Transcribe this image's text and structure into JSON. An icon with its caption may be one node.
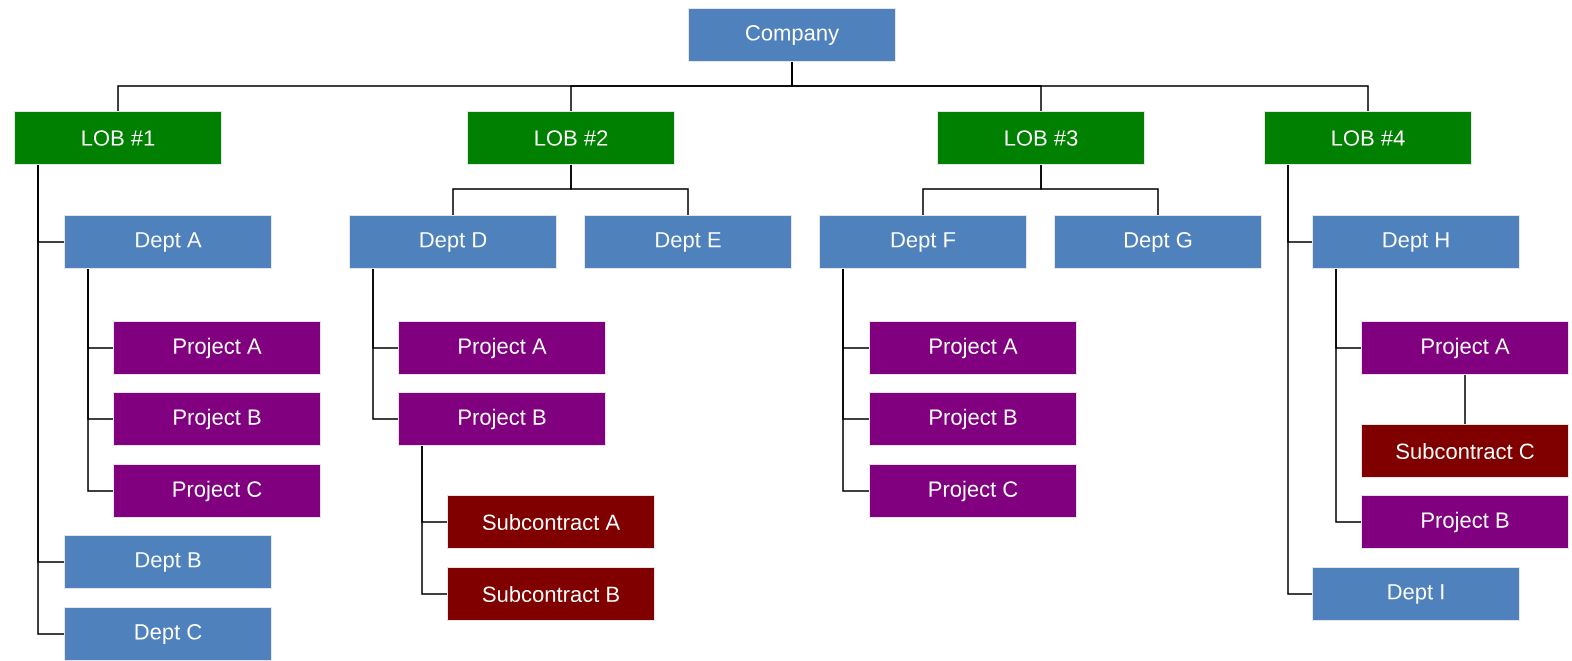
{
  "diagram": {
    "nodes": [
      {
        "text": [
          "Company"
        ]
      },
      {
        "text": [
          "LOB #1"
        ]
      },
      {
        "text": [
          "LOB #2"
        ]
      },
      {
        "text": [
          "LOB #3"
        ]
      },
      {
        "text": [
          "LOB #4"
        ]
      },
      {
        "text": [
          "Dept A"
        ]
      },
      {
        "text": [
          "Project A"
        ]
      },
      {
        "text": [
          "Project B"
        ]
      },
      {
        "text": [
          "Project C"
        ]
      },
      {
        "text": [
          "Dept B"
        ]
      },
      {
        "text": [
          "Dept C"
        ]
      },
      {
        "text": [
          "Dept D"
        ]
      },
      {
        "text": [
          "Dept E"
        ]
      },
      {
        "text": [
          "Project A"
        ]
      },
      {
        "text": [
          "Project B"
        ]
      },
      {
        "text": [
          "Subcontract A"
        ]
      },
      {
        "text": [
          "Subcontract B"
        ]
      },
      {
        "text": [
          "Dept F"
        ]
      },
      {
        "text": [
          "Dept G"
        ]
      },
      {
        "text": [
          "Project A"
        ]
      },
      {
        "text": [
          "Project B"
        ]
      },
      {
        "text": [
          "Project C"
        ]
      },
      {
        "text": [
          "Dept H"
        ]
      },
      {
        "text": [
          "Project A"
        ]
      },
      {
        "text": [
          "Subcontract C"
        ]
      },
      {
        "text": [
          "Project B"
        ]
      },
      {
        "text": [
          "Dept I"
        ]
      }
    ],
    "edges": [
      {
        "from": 0,
        "to": 1,
        "arrow": "none"
      },
      {
        "from": 0,
        "to": 2,
        "arrow": "none"
      },
      {
        "from": 0,
        "to": 3,
        "arrow": "none"
      },
      {
        "from": 0,
        "to": 4,
        "arrow": "none"
      },
      {
        "from": 1,
        "to": 5,
        "arrow": "none"
      },
      {
        "from": 1,
        "to": 9,
        "arrow": "none"
      },
      {
        "from": 1,
        "to": 10,
        "arrow": "none"
      },
      {
        "from": 5,
        "to": 6,
        "arrow": "none"
      },
      {
        "from": 5,
        "to": 7,
        "arrow": "none"
      },
      {
        "from": 5,
        "to": 8,
        "arrow": "none"
      },
      {
        "from": 2,
        "to": 11,
        "arrow": "none"
      },
      {
        "from": 2,
        "to": 12,
        "arrow": "none"
      },
      {
        "from": 11,
        "to": 13,
        "arrow": "none"
      },
      {
        "from": 11,
        "to": 14,
        "arrow": "none"
      },
      {
        "from": 14,
        "to": 15,
        "arrow": "none"
      },
      {
        "from": 14,
        "to": 16,
        "arrow": "none"
      },
      {
        "from": 3,
        "to": 17,
        "arrow": "none"
      },
      {
        "from": 3,
        "to": 18,
        "arrow": "none"
      },
      {
        "from": 17,
        "to": 19,
        "arrow": "none"
      },
      {
        "from": 17,
        "to": 20,
        "arrow": "none"
      },
      {
        "from": 17,
        "to": 21,
        "arrow": "none"
      },
      {
        "from": 4,
        "to": 22,
        "arrow": "none"
      },
      {
        "from": 4,
        "to": 26,
        "arrow": "none"
      },
      {
        "from": 22,
        "to": 23,
        "arrow": "none"
      },
      {
        "from": 22,
        "to": 25,
        "arrow": "none"
      },
      {
        "from": 23,
        "to": 24,
        "arrow": "none"
      }
    ]
  }
}
